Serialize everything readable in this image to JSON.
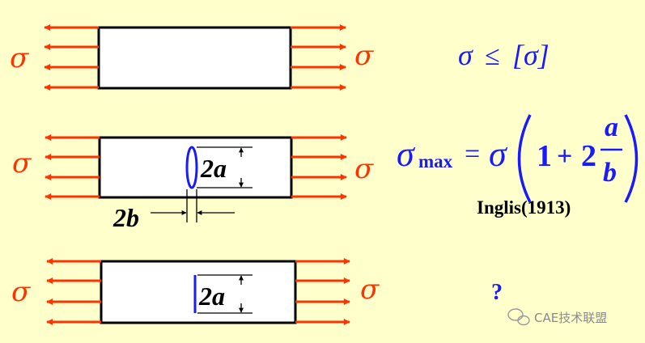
{
  "stress_symbol": "σ",
  "labels": {
    "crack_height": "2a",
    "ellipse_width": "2b",
    "slit_height": "2a"
  },
  "formulas": {
    "allowable": {
      "lhs": "σ",
      "op": "≤",
      "rhs": "[σ]"
    },
    "inglis": {
      "lhs": "σ",
      "sub": "max",
      "eq": "=",
      "sigma": "σ",
      "one": "1",
      "plus": "+",
      "two": "2",
      "num": "a",
      "den": "b"
    },
    "inglis_citation": "Inglis(1913)",
    "unknown": "?"
  },
  "watermark": "CAE技术联盟",
  "colors": {
    "background": "#ffffcc",
    "arrow": "#ff3300",
    "formula": "#1a1aff",
    "crack": "#1a1aff"
  }
}
